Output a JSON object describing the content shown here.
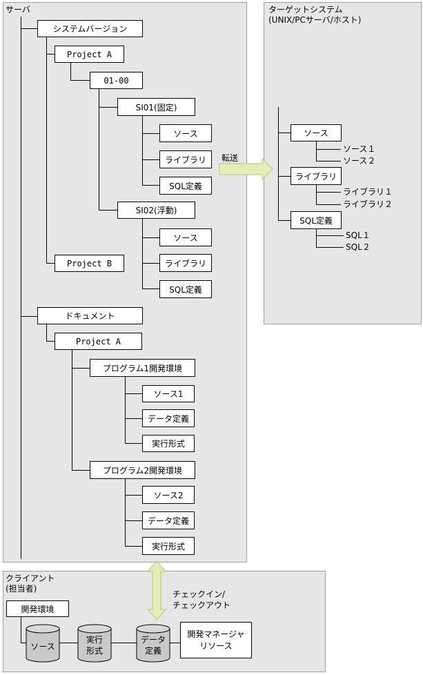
{
  "server": {
    "title": "サーバ",
    "system_version": "システムバージョン",
    "project_a": "Project A",
    "version": "01-00",
    "si01": "SI01(固定)",
    "si01_items": [
      "ソース",
      "ライブラリ",
      "SQL定義"
    ],
    "si02": "SI02(浮動)",
    "si02_items": [
      "ソース",
      "ライブラリ",
      "SQL定義"
    ],
    "project_b": "Project B",
    "documents": "ドキュメント",
    "doc_project_a": "Project A",
    "program1": "プログラム1開発環境",
    "program1_items": [
      "ソース1",
      "データ定義",
      "実行形式"
    ],
    "program2": "プログラム2開発環境",
    "program2_items": [
      "ソース2",
      "データ定義",
      "実行形式"
    ]
  },
  "transfer_label": "転送",
  "target": {
    "title": "ターゲットシステム\n(UNIX/PCサーバ/ホスト)",
    "source": "ソース",
    "source_items": [
      "ソース１",
      "ソース２"
    ],
    "library": "ライブラリ",
    "library_items": [
      "ライブラリ１",
      "ライブラリ２"
    ],
    "sql": "SQL定義",
    "sql_items": [
      "SQL１",
      "SQL２"
    ]
  },
  "checkin_label": "チェックイン/\nチェックアウト",
  "client": {
    "title": "クライアント\n(担当者)",
    "dev_env": "開発環境",
    "cylinders": [
      "ソース",
      "実行\n形式",
      "データ\n定義"
    ],
    "dev_manager_resource": "開発マネージャ\nリソース"
  },
  "colors": {
    "panel_bg": "#e6e6e6",
    "arrow_fill": "#e5edb6",
    "arrow_stroke": "#b8c47a"
  }
}
